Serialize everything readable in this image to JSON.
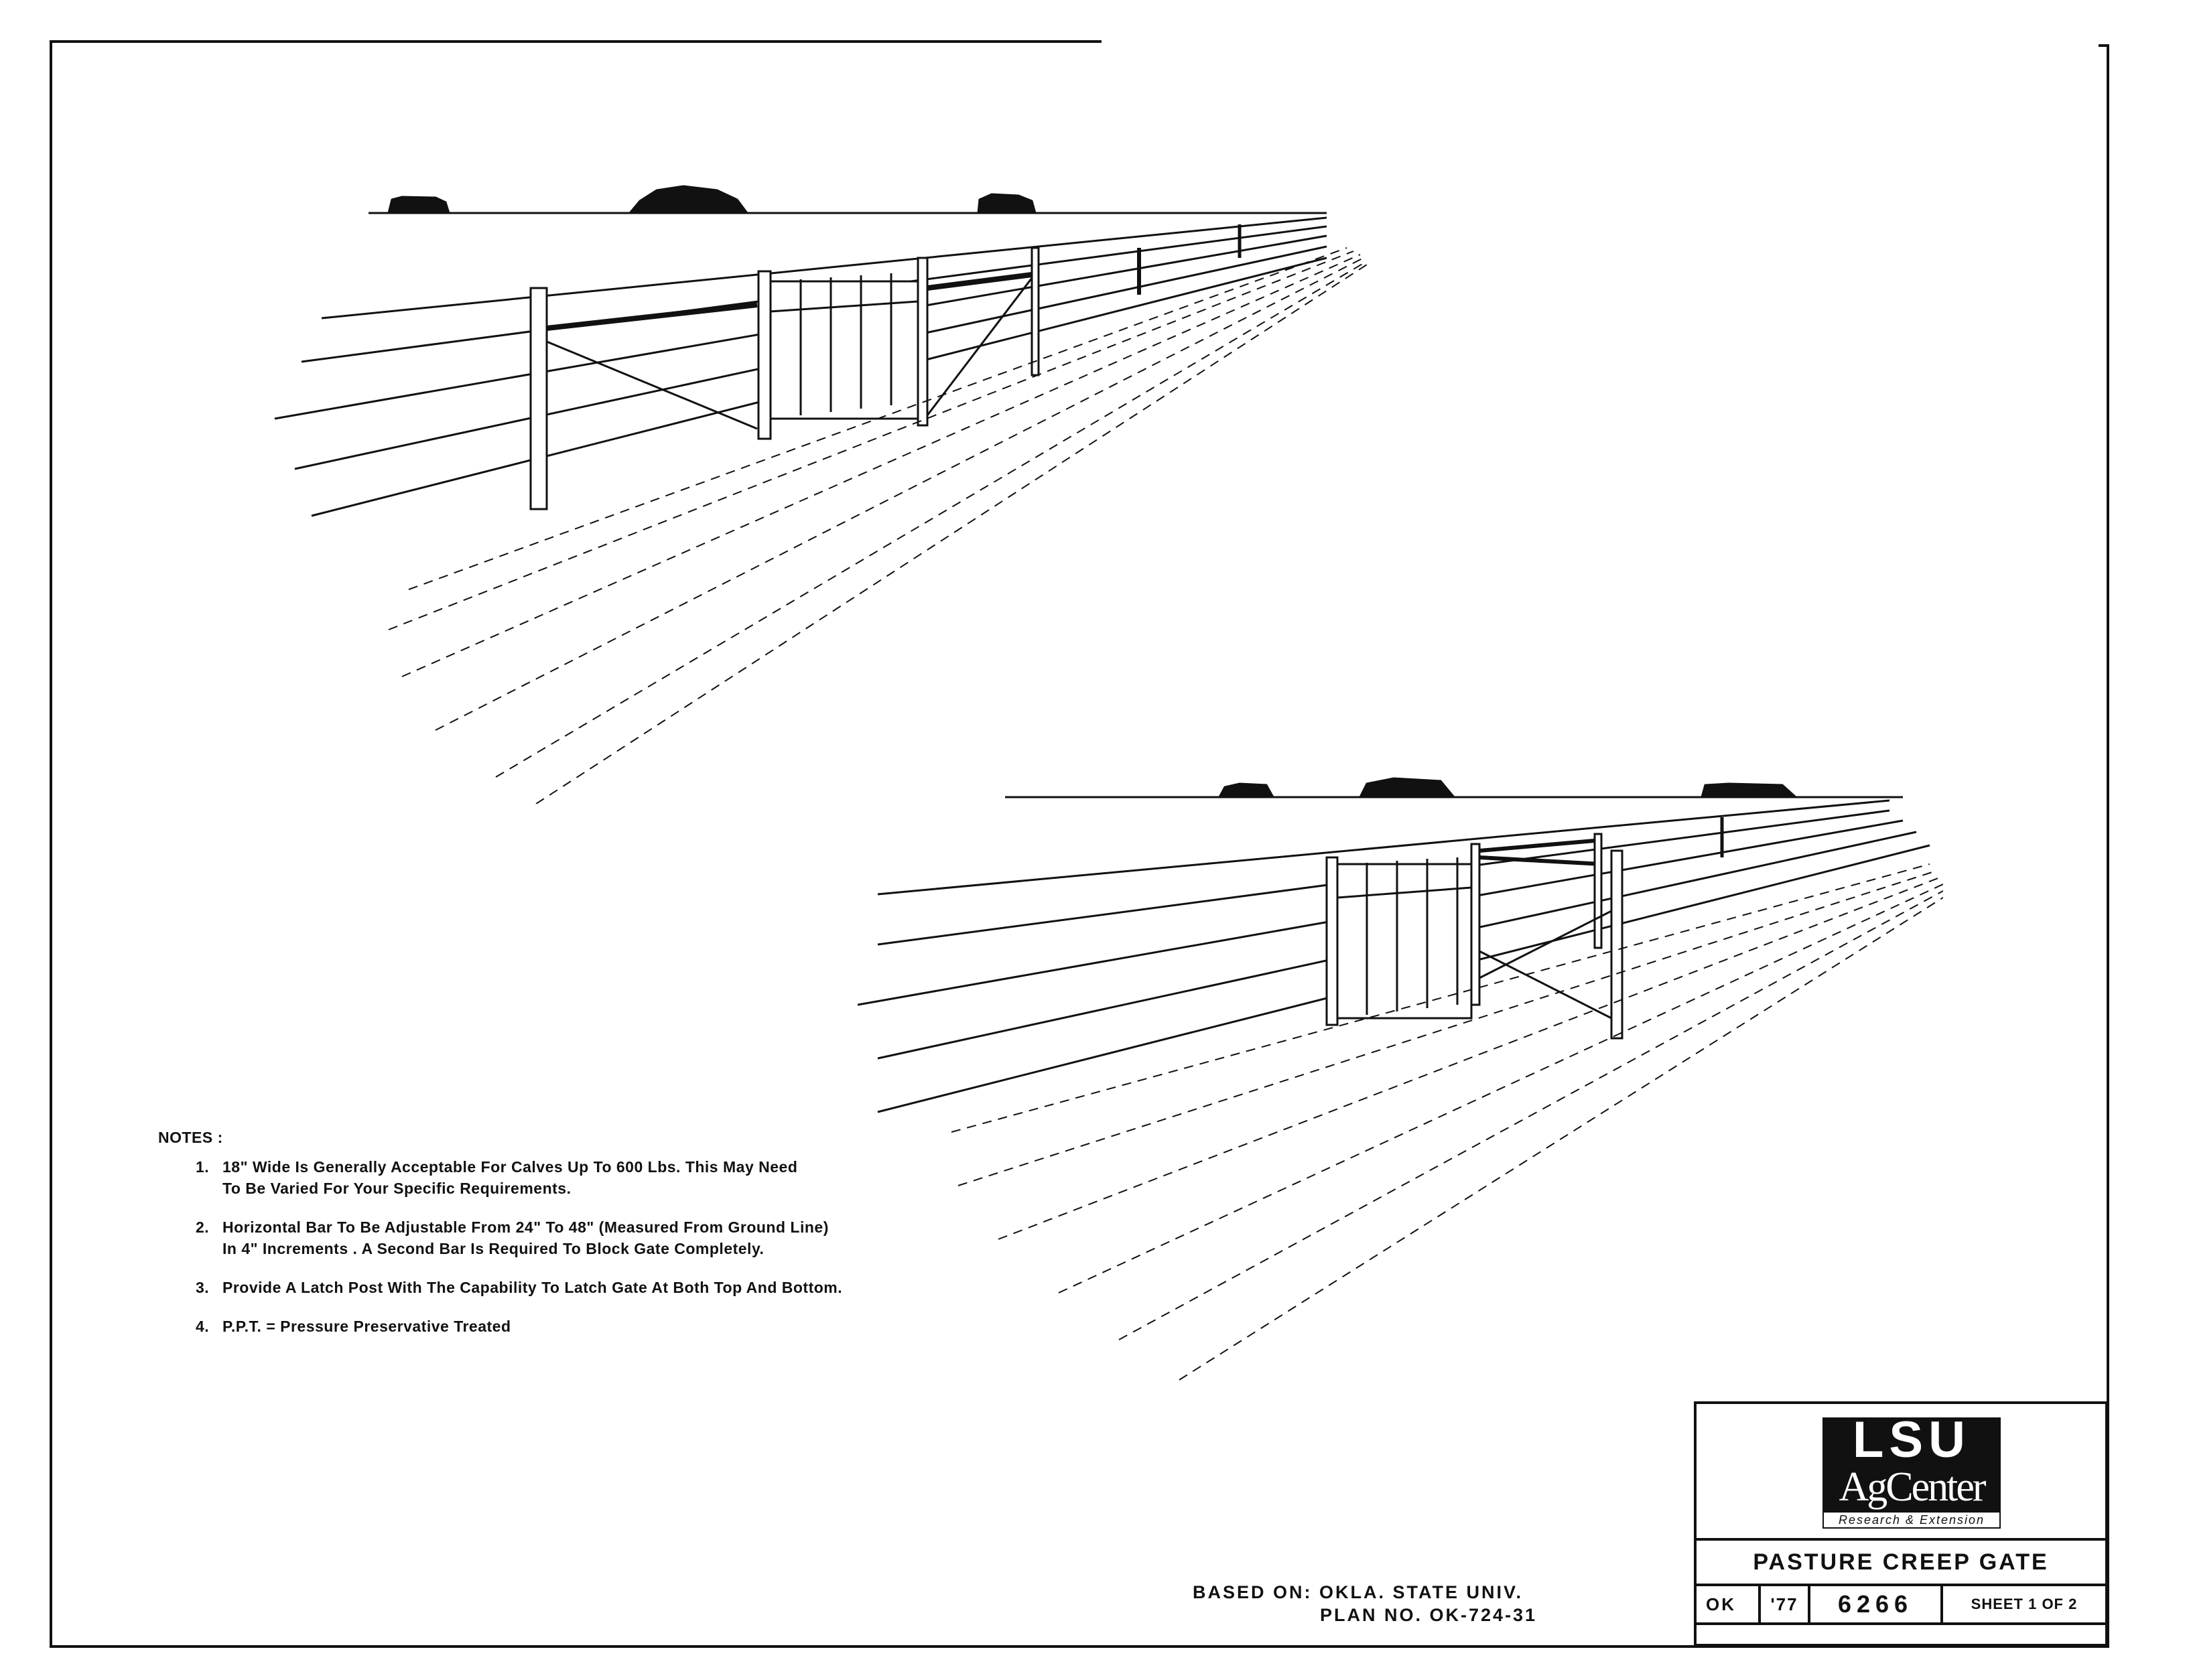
{
  "notes": {
    "title": "NOTES :",
    "items": [
      {
        "num": "1.",
        "lines": [
          "18\" Wide Is Generally  Acceptable  For  Calves  Up  To 600 Lbs. This May Need",
          "To Be Varied  For  Your  Specific  Requirements."
        ]
      },
      {
        "num": "2.",
        "lines": [
          "Horizontal Bar  To  Be  Adjustable  From 24\" To 48\"  (Measured  From  Ground  Line)",
          "In  4\"  Increments .  A  Second  Bar  Is  Required  To  Block  Gate  Completely."
        ]
      },
      {
        "num": "3.",
        "lines": [
          "Provide  A  Latch  Post  With  The  Capability  To  Latch  Gate  At  Both  Top  And  Bottom."
        ]
      },
      {
        "num": "4.",
        "lines": [
          "P.P.T.  =  Pressure  Preservative  Treated"
        ]
      }
    ]
  },
  "based_on": {
    "line1": "BASED ON: OKLA. STATE UNIV.",
    "line2": "PLAN NO. OK-724-31"
  },
  "title_block": {
    "logo_line1": "LSU",
    "logo_line2": "AgCenter",
    "logo_line3": "Research & Extension",
    "title": "PASTURE CREEP GATE",
    "state": "OK",
    "year": "'77",
    "plan_number": "6266",
    "sheet": "SHEET 1 OF 2"
  }
}
